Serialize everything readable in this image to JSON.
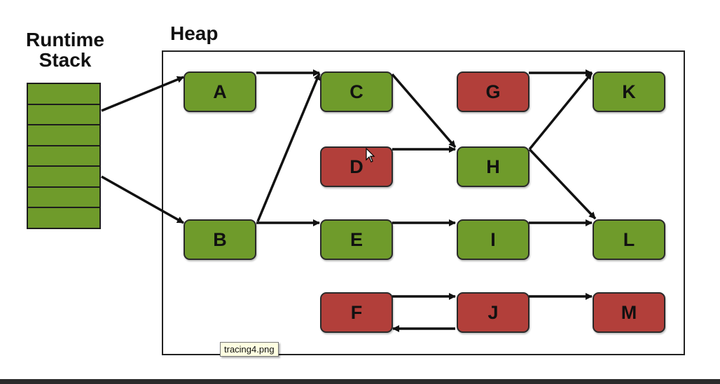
{
  "titles": {
    "stack": "Runtime Stack",
    "heap": "Heap"
  },
  "stack_slots": 7,
  "colors": {
    "reachable": "#6f9b2b",
    "unreachable": "#b23f3a",
    "stroke": "#111111"
  },
  "nodes": [
    {
      "id": "A",
      "label": "A",
      "status": "reachable"
    },
    {
      "id": "B",
      "label": "B",
      "status": "reachable"
    },
    {
      "id": "C",
      "label": "C",
      "status": "reachable"
    },
    {
      "id": "D",
      "label": "D",
      "status": "unreachable"
    },
    {
      "id": "E",
      "label": "E",
      "status": "reachable"
    },
    {
      "id": "F",
      "label": "F",
      "status": "unreachable"
    },
    {
      "id": "G",
      "label": "G",
      "status": "unreachable"
    },
    {
      "id": "H",
      "label": "H",
      "status": "reachable"
    },
    {
      "id": "I",
      "label": "I",
      "status": "reachable"
    },
    {
      "id": "J",
      "label": "J",
      "status": "unreachable"
    },
    {
      "id": "K",
      "label": "K",
      "status": "reachable"
    },
    {
      "id": "L",
      "label": "L",
      "status": "reachable"
    },
    {
      "id": "M",
      "label": "M",
      "status": "unreachable"
    }
  ],
  "edges": [
    {
      "from": "stack",
      "to": "A"
    },
    {
      "from": "stack",
      "to": "B"
    },
    {
      "from": "A",
      "to": "C"
    },
    {
      "from": "B",
      "to": "C"
    },
    {
      "from": "B",
      "to": "E"
    },
    {
      "from": "C",
      "to": "H"
    },
    {
      "from": "D",
      "to": "H"
    },
    {
      "from": "G",
      "to": "K"
    },
    {
      "from": "H",
      "to": "K"
    },
    {
      "from": "H",
      "to": "L"
    },
    {
      "from": "E",
      "to": "I"
    },
    {
      "from": "I",
      "to": "L"
    },
    {
      "from": "F",
      "to": "J"
    },
    {
      "from": "J",
      "to": "F"
    },
    {
      "from": "J",
      "to": "M"
    }
  ],
  "tooltip": "tracing4.png"
}
